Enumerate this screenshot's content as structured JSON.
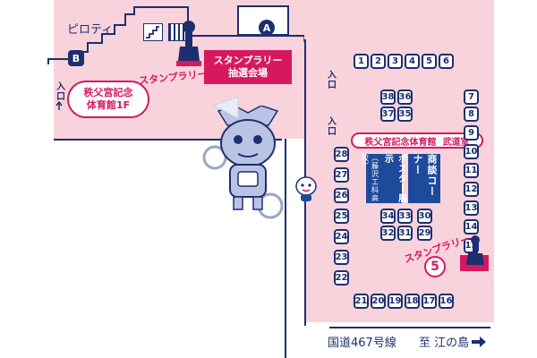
{
  "labels": {
    "piloti": "ピロティ",
    "room_a": "A",
    "room_b": "B",
    "gym_1f": "秩父宮記念\n体育館1F",
    "stamp_rally_venue": "スタンプラリー\n抽選会場",
    "budoshitsu": "秩父宮記念体育館  武道室",
    "poster_label": "ポスター展示",
    "poster_sub": "（藤沢工科高校）",
    "shodan_label": "商談コーナー",
    "entrance": "入口",
    "road": "国道467号線",
    "to_enoshima": "至 江の島",
    "stamp_rally_tag": "スタンプラリー",
    "stamp_number": "5"
  },
  "booths": {
    "top_row": [
      "1",
      "2",
      "3",
      "4",
      "5",
      "6"
    ],
    "right_col": [
      "7",
      "8",
      "9",
      "10",
      "11",
      "12",
      "13",
      "14",
      "15"
    ],
    "bottom_row": [
      "21",
      "20",
      "19",
      "18",
      "17",
      "16"
    ],
    "left_col": [
      "28",
      "27",
      "26",
      "25",
      "24",
      "23",
      "22"
    ],
    "block_top": [
      "38",
      "36",
      "37",
      "35"
    ],
    "block_mid_top": [
      "34",
      "33",
      "30"
    ],
    "block_mid_bot": [
      "32",
      "31",
      "29"
    ]
  },
  "colors": {
    "pink_area": "#f9d3dc",
    "navy": "#1d2f6f",
    "magenta": "#d6195f",
    "panel_blue": "#1f4a9c"
  },
  "icons": {
    "stamp": "stamp-icon",
    "mascot_robot": "robot-mascot",
    "mascot_small": "small-mascot",
    "arrow_right": "arrow-right-icon",
    "stairs": "stairs-icon"
  }
}
